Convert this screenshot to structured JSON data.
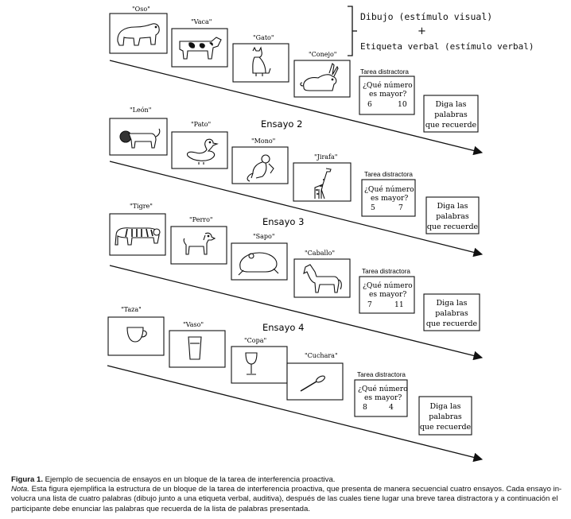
{
  "legend": {
    "line1": "Dibujo (estímulo visual)",
    "plus": "+",
    "line2": "Etiqueta verbal (estímulo verbal)"
  },
  "trials": [
    {
      "title": "",
      "items": [
        {
          "label": "\"Oso\"",
          "icon": "bear-icon"
        },
        {
          "label": "\"Vaca\"",
          "icon": "cow-icon"
        },
        {
          "label": "\"Gato\"",
          "icon": "cat-icon"
        },
        {
          "label": "\"Conejo\"",
          "icon": "rabbit-icon"
        }
      ],
      "distractor": {
        "label": "Tarea distractora",
        "q1": "¿Qué número",
        "q2": "es mayor?",
        "a": "6",
        "b": "10"
      },
      "recall": [
        "Diga las",
        "palabras",
        "que recuerde"
      ]
    },
    {
      "title": "Ensayo 2",
      "items": [
        {
          "label": "\"León\"",
          "icon": "lion-icon"
        },
        {
          "label": "\"Pato\"",
          "icon": "duck-icon"
        },
        {
          "label": "\"Mono\"",
          "icon": "monkey-icon"
        },
        {
          "label": "\"Jirafa\"",
          "icon": "giraffe-icon"
        }
      ],
      "distractor": {
        "label": "Tarea distractora",
        "q1": "¿Qué número",
        "q2": "es mayor?",
        "a": "5",
        "b": "7"
      },
      "recall": [
        "Diga las",
        "palabras",
        "que recuerde"
      ]
    },
    {
      "title": "Ensayo 3",
      "items": [
        {
          "label": "\"Tigre\"",
          "icon": "tiger-icon"
        },
        {
          "label": "\"Perro\"",
          "icon": "dog-icon"
        },
        {
          "label": "\"Sapo\"",
          "icon": "frog-icon"
        },
        {
          "label": "\"Caballo\"",
          "icon": "horse-icon"
        }
      ],
      "distractor": {
        "label": "Tarea distractora",
        "q1": "¿Qué número",
        "q2": "es mayor?",
        "a": "7",
        "b": "11"
      },
      "recall": [
        "Diga las",
        "palabras",
        "que recuerde"
      ]
    },
    {
      "title": "Ensayo 4",
      "items": [
        {
          "label": "\"Taza\"",
          "icon": "cup-icon"
        },
        {
          "label": "\"Vaso\"",
          "icon": "glass-icon"
        },
        {
          "label": "\"Copa\"",
          "icon": "wine-glass-icon"
        },
        {
          "label": "\"Cuchara\"",
          "icon": "spoon-icon"
        }
      ],
      "distractor": {
        "label": "Tarea distractora",
        "q1": "¿Qué número",
        "q2": "es mayor?",
        "a": "8",
        "b": "4"
      },
      "recall": [
        "Diga las",
        "palabras",
        "que recuerde"
      ]
    }
  ],
  "caption": {
    "title": "Figura 1.",
    "title_text": "Ejemplo de secuencia de ensayos en un bloque de la tarea de interferencia proactiva.",
    "note_label": "Nota.",
    "note_text": "Esta figura ejemplifica la estructura de un bloque de la tarea de interferencia proactiva, que presenta de manera secuencial cuatro ensayos. Cada ensayo in-volucra una lista de cuatro palabras (dibujo junto a una etiqueta verbal, auditiva), después de las cuales tiene lugar una breve tarea distractora y a continuación el participante debe enunciar las palabras que recuerda de la lista de palabras presentada."
  }
}
